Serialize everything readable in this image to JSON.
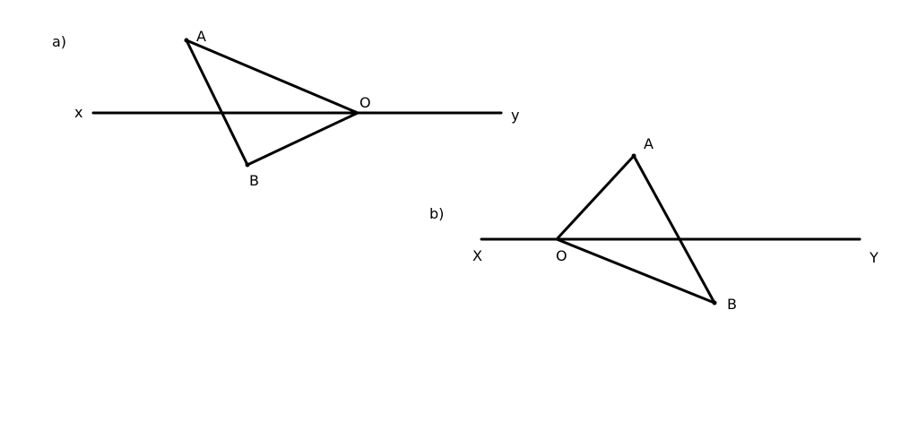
{
  "figure_a": {
    "caption": "a)",
    "axis_left_label": "x",
    "axis_right_label": "y",
    "vertex_a_label": "A",
    "vertex_b_label": "B",
    "vertex_o_label": "O"
  },
  "figure_b": {
    "caption": "b)",
    "axis_left_label": "X",
    "axis_right_label": "Y",
    "vertex_a_label": "A",
    "vertex_b_label": "B",
    "vertex_o_label": "O"
  },
  "colors": {
    "stroke": "#000000",
    "background": "#ffffff"
  }
}
